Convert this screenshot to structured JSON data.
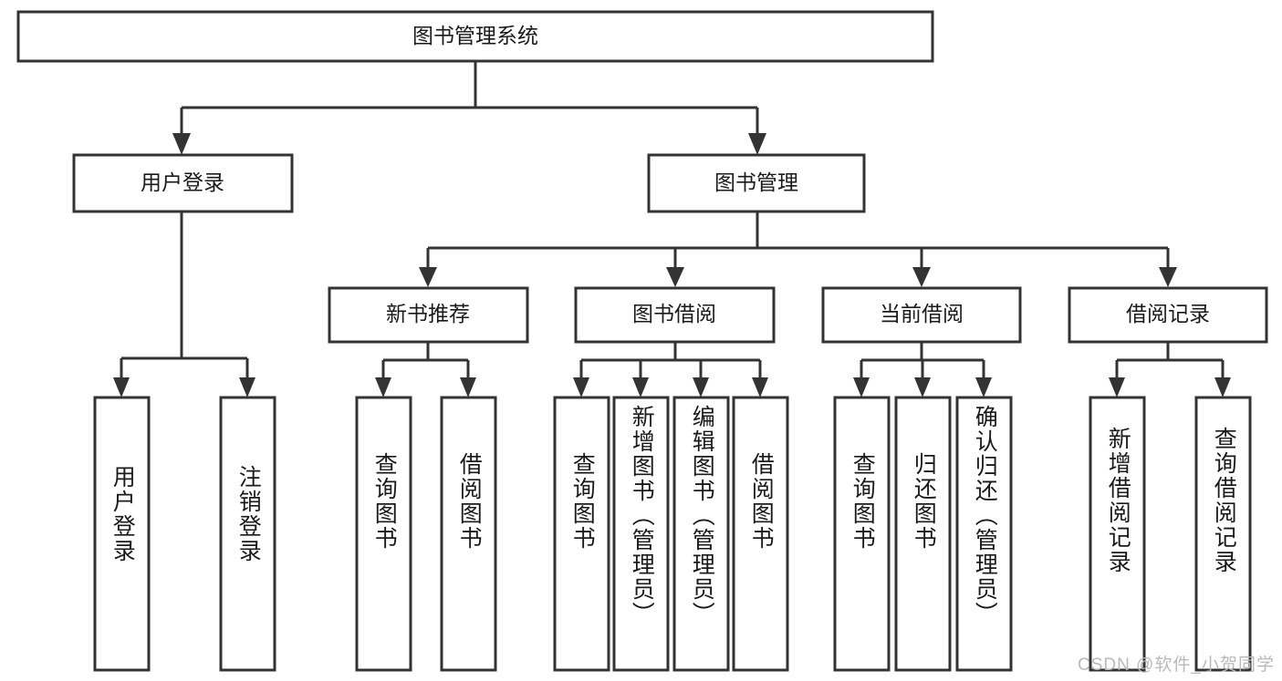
{
  "diagram": {
    "type": "tree-hierarchy",
    "title": "图书管理系统",
    "orientation": "top-down",
    "colors": {
      "box_fill": "#ffffff",
      "box_stroke": "#333333",
      "text": "#1a1a1a",
      "background": "#ffffff",
      "watermark": "#b9b9b9"
    },
    "levels": {
      "root": {
        "label": "图书管理系统"
      },
      "level2": [
        {
          "label": "用户登录"
        },
        {
          "label": "图书管理"
        }
      ],
      "level3": [
        {
          "label": "新书推荐"
        },
        {
          "label": "图书借阅"
        },
        {
          "label": "当前借阅"
        },
        {
          "label": "借阅记录"
        }
      ],
      "leaves": [
        {
          "label": "用户登录",
          "parent": "用户登录"
        },
        {
          "label": "注销登录",
          "parent": "用户登录"
        },
        {
          "label": "查询图书",
          "parent": "新书推荐"
        },
        {
          "label": "借阅图书",
          "parent": "新书推荐"
        },
        {
          "label": "查询图书",
          "parent": "图书借阅"
        },
        {
          "label": "新增图书（管理员）",
          "parent": "图书借阅"
        },
        {
          "label": "编辑图书（管理员）",
          "parent": "图书借阅"
        },
        {
          "label": "借阅图书",
          "parent": "图书借阅"
        },
        {
          "label": "查询图书",
          "parent": "当前借阅"
        },
        {
          "label": "归还图书",
          "parent": "当前借阅"
        },
        {
          "label": "确认归还（管理员）",
          "parent": "当前借阅"
        },
        {
          "label": "新增借阅记录",
          "parent": "借阅记录"
        },
        {
          "label": "查询借阅记录",
          "parent": "借阅记录"
        }
      ]
    },
    "watermark": "CSDN @软件_小贺同学"
  }
}
